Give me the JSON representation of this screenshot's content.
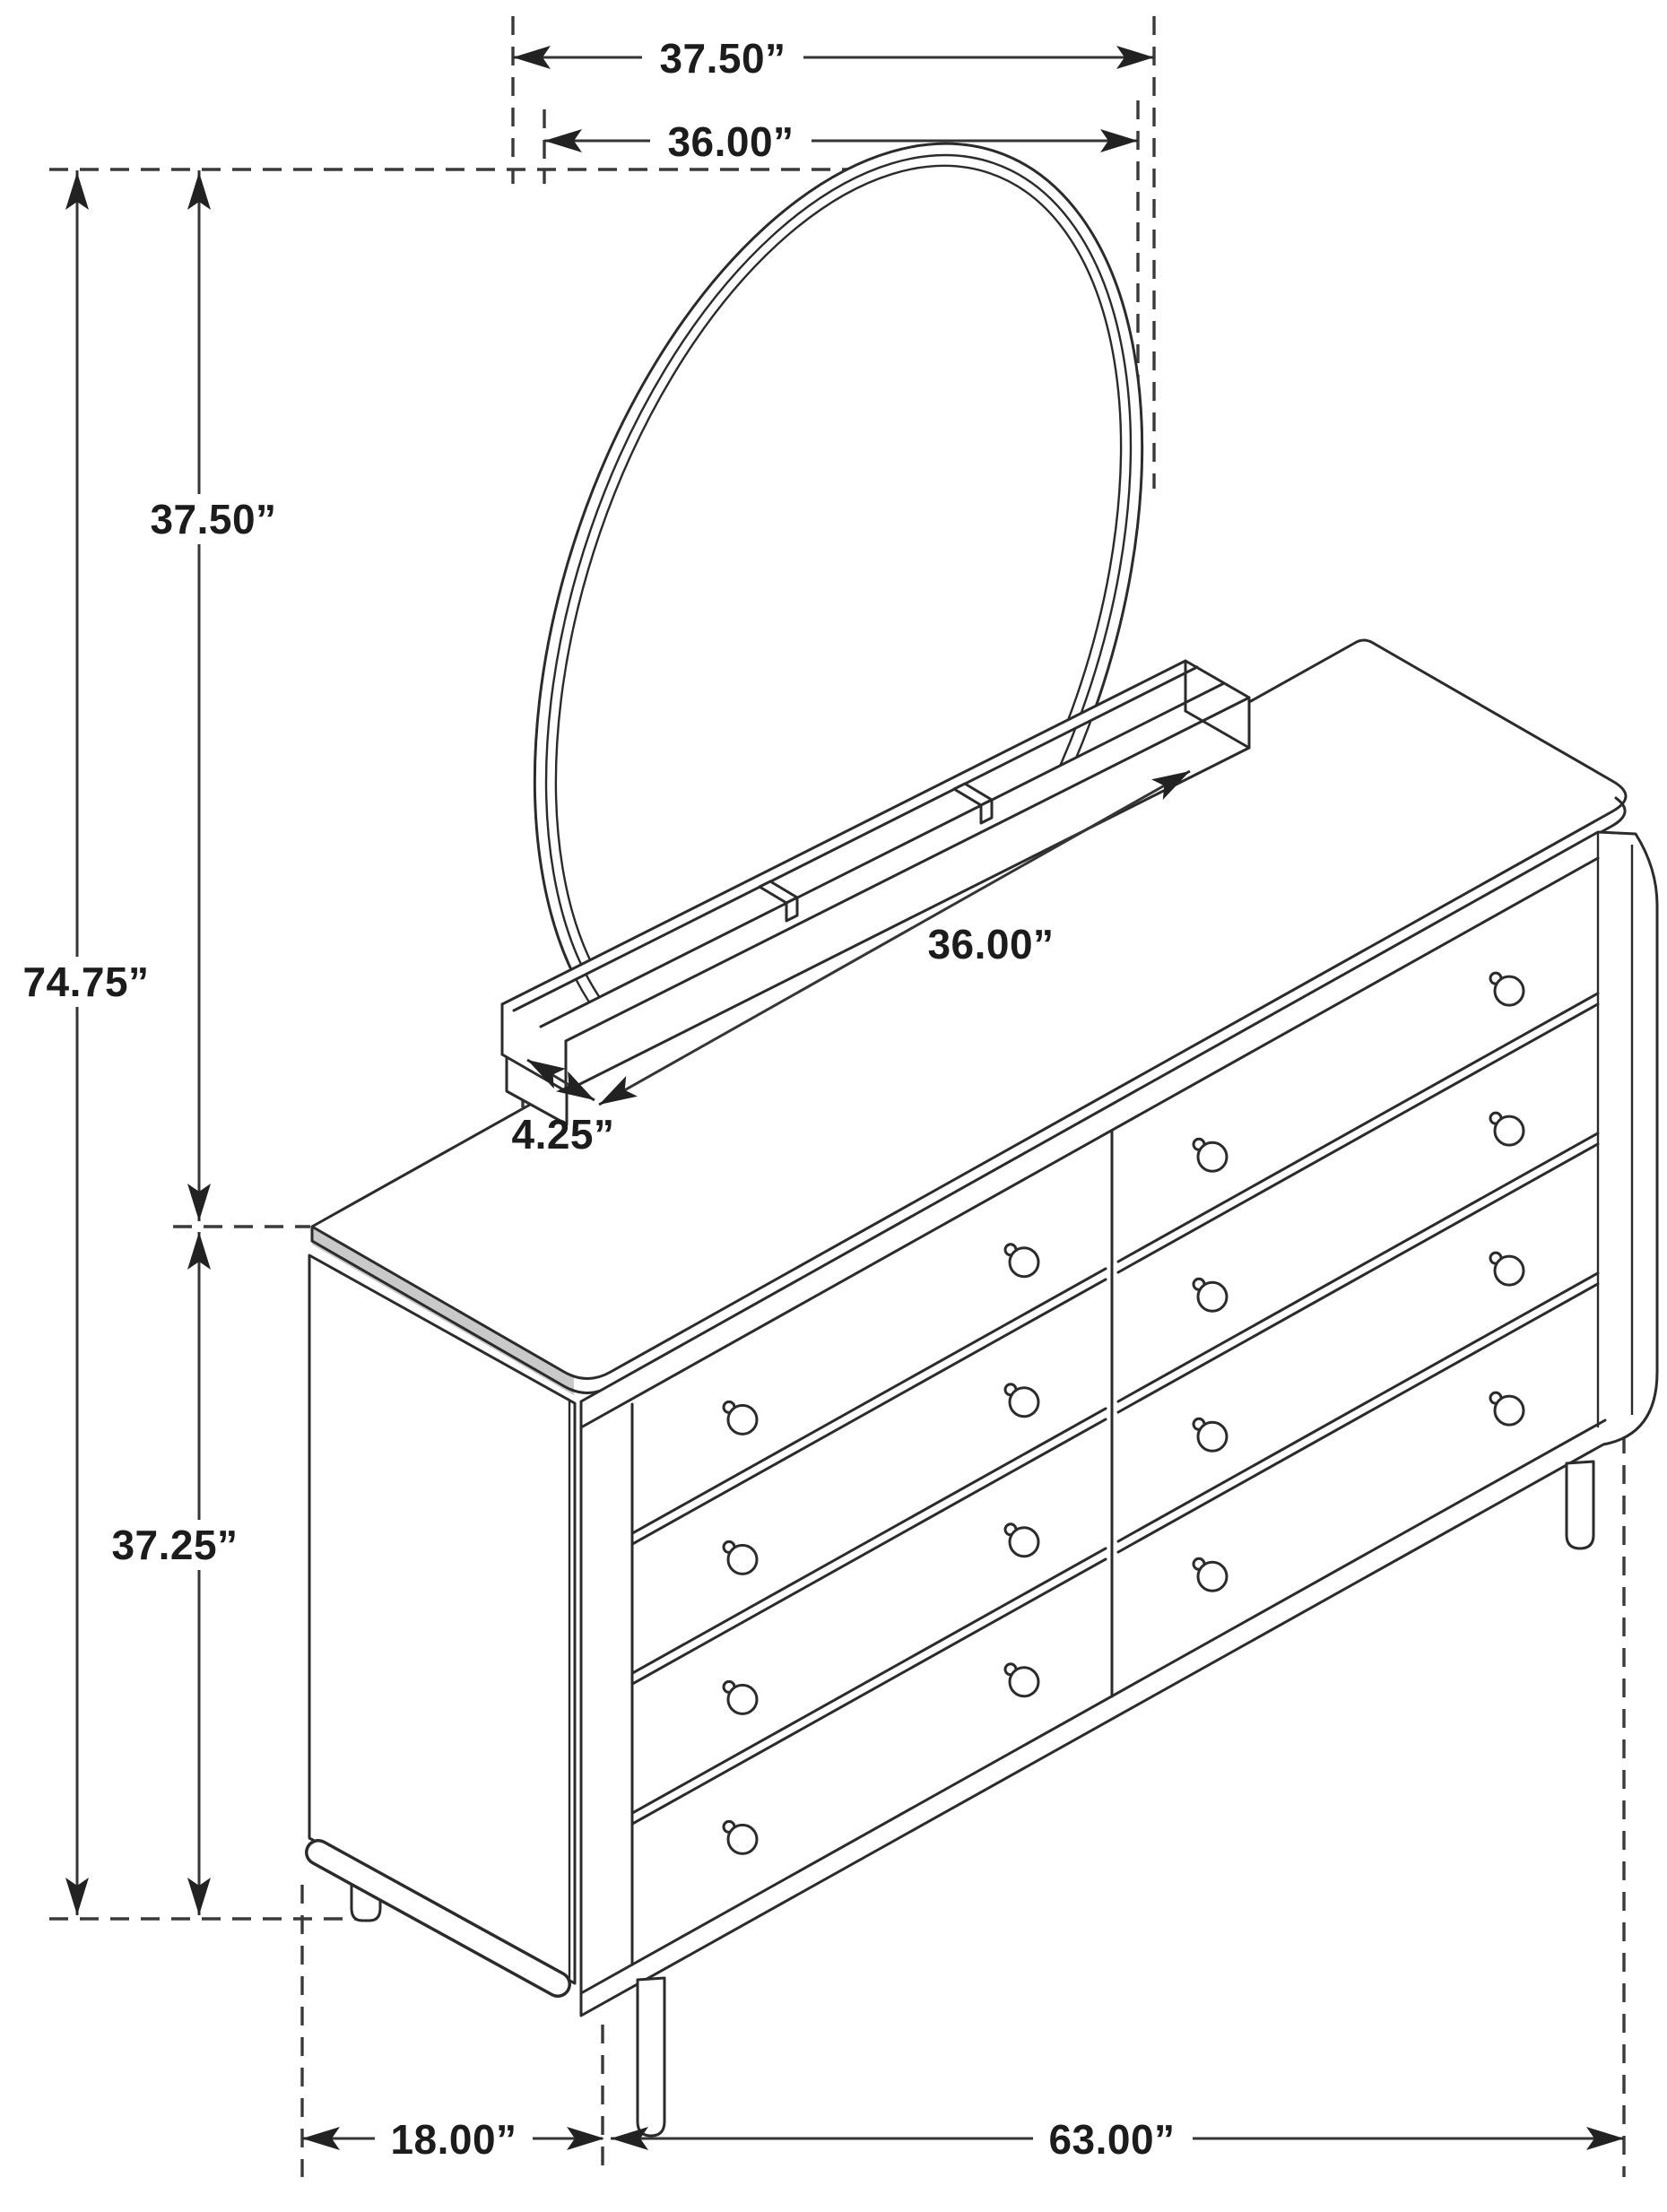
{
  "diagram": {
    "title": "dresser-with-round-mirror-dimension-diagram",
    "units": "inches",
    "line_color": "#2b2b2b",
    "background_color": "#ffffff",
    "dimensions": {
      "overall_width": {
        "label": "37.50”"
      },
      "mirror_width": {
        "label": "36.00”"
      },
      "mirror_height": {
        "label": "37.50”"
      },
      "overall_height": {
        "label": "74.75”"
      },
      "dresser_height": {
        "label": "37.25”"
      },
      "rail_length": {
        "label": "36.00”"
      },
      "rail_depth": {
        "label": "4.25”"
      },
      "dresser_depth": {
        "label": "18.00”"
      },
      "dresser_width": {
        "label": "63.00”"
      }
    }
  }
}
